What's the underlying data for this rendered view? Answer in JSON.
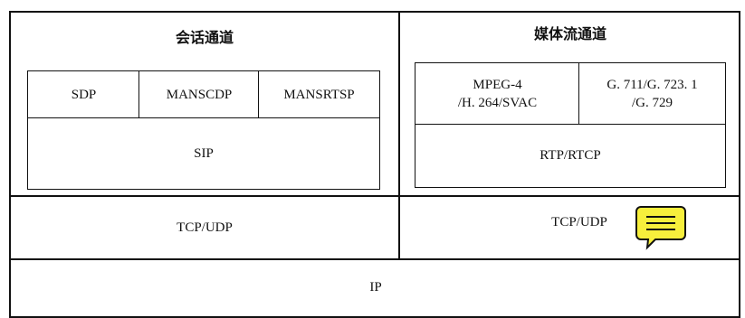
{
  "session_channel": {
    "title": "会话通道",
    "protocols": [
      "SDP",
      "MANSCDP",
      "MANSRTSP"
    ],
    "base": "SIP"
  },
  "media_channel": {
    "title": "媒体流通道",
    "video_codecs": "MPEG-4\n/H. 264/SVAC",
    "audio_codecs": "G. 711/G. 723. 1\n/G. 729",
    "base": "RTP/RTCP"
  },
  "transport": {
    "left": "TCP/UDP",
    "right": "TCP/UDP"
  },
  "network": {
    "label": "IP"
  },
  "icons": {
    "comment": "comment-icon",
    "comment_color": "#f7ef3c"
  }
}
